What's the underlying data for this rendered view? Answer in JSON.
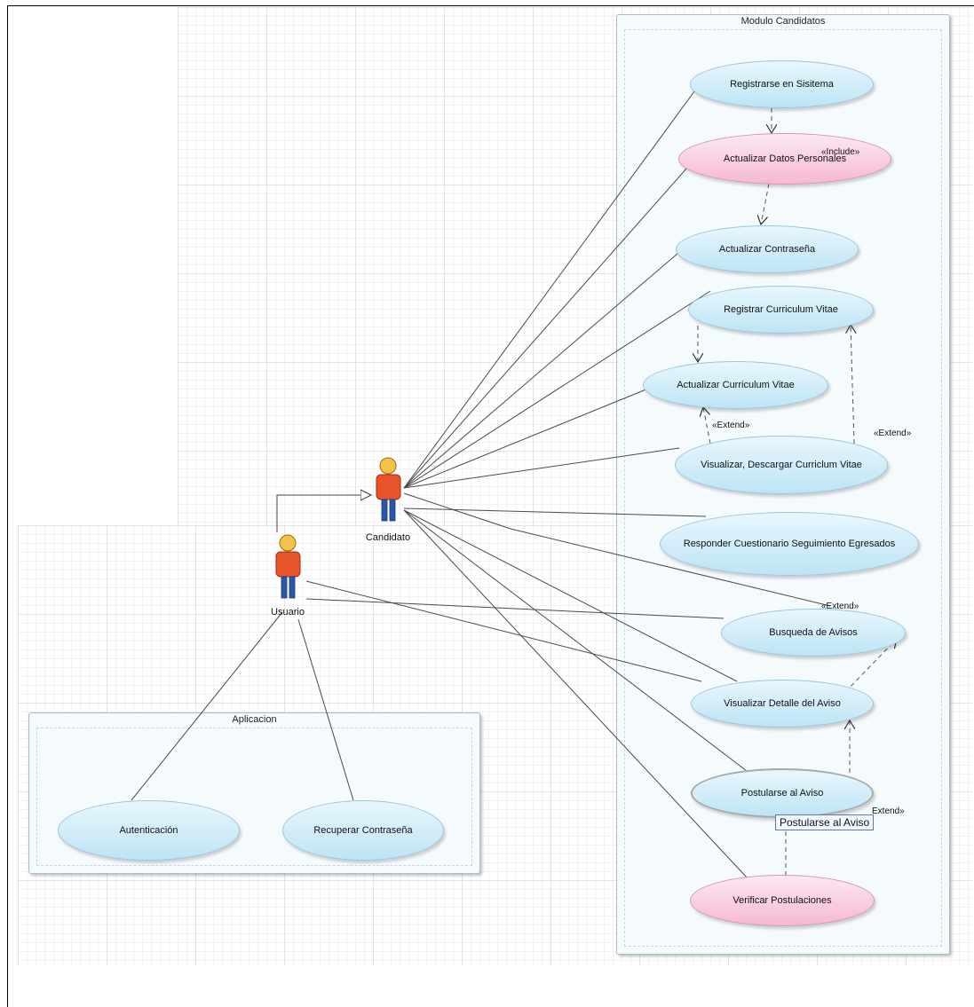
{
  "packages": {
    "modulo": "Modulo Candidatos",
    "app": "Aplicacion"
  },
  "actors": {
    "candidato": "Candidato",
    "usuario": "Usuario"
  },
  "usecases": {
    "registrarse": "Registrarse en Sisitema",
    "actualizar_datos": "Actualizar Datos Personales",
    "actualizar_contrasena": "Actualizar Contraseña",
    "registrar_cv": "Registrar Curriculum Vitae",
    "actualizar_cv": "Actualizar Curriculum Vitae",
    "visualizar_cv": "Visualizar, Descargar Curriclum Vitae",
    "responder_cuestionario": "Responder Cuestionario Seguimiento Egresados",
    "busqueda_avisos": "Busqueda de Avisos",
    "visualizar_detalle": "Visualizar Detalle del Aviso",
    "postularse": "Postularse al Aviso",
    "verificar": "Verificar Postulaciones",
    "autenticacion": "Autenticación",
    "recuperar": "Recuperar  Contraseña"
  },
  "stereotypes": {
    "include": "«Include»",
    "extend_cv_left": "«Extend»",
    "extend_cv_right": "«Extend»",
    "extend_busqueda": "«Extend»",
    "extend_postular": "Extend»"
  },
  "tooltip": "Postularse al Aviso",
  "colors": {
    "usecase_blue": "#bde4f5",
    "usecase_pink": "#f5b8d3",
    "actor_body": "#e8542a",
    "actor_head": "#f2c24a",
    "actor_legs": "#2a57a8"
  }
}
